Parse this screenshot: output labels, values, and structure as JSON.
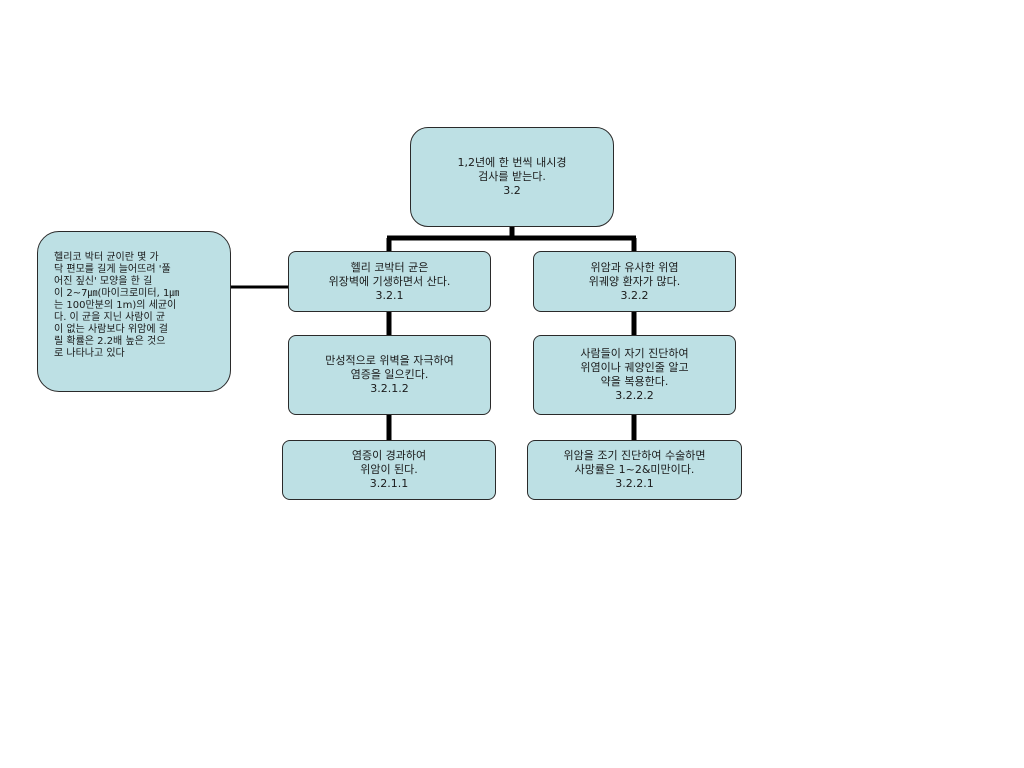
{
  "root": {
    "lines": [
      "1,2년에 한 번씩 내시경",
      "검사를 받는다.",
      "3.2"
    ]
  },
  "left_branch": {
    "n1": {
      "lines": [
        "헬리 코박터 균은",
        "위장벽에 기생하면서 산다.",
        "3.2.1"
      ]
    },
    "n2": {
      "lines": [
        "만성적으로 위벽을 자극하여",
        "염증을 일으킨다.",
        "3.2.1.2"
      ]
    },
    "n3": {
      "lines": [
        "염증이 경과하여",
        "위암이 된다.",
        "3.2.1.1"
      ]
    }
  },
  "right_branch": {
    "n1": {
      "lines": [
        "위암과 유사한 위염",
        "위궤양 환자가 많다.",
        "3.2.2"
      ]
    },
    "n2": {
      "lines": [
        "사람들이 자기 진단하여",
        "위염이나  궤양인줄 알고",
        "약을 복용한다.",
        "3.2.2.2"
      ]
    },
    "n3": {
      "lines": [
        "위암을 조기 진단하여 수술하면",
        "사망률은 1~2&미만이다.",
        "3.2.2.1"
      ]
    }
  },
  "note": {
    "lines": [
      "헬리코 박터 균이란 몇 가",
      "닥 편모를 길게 늘어뜨려 '풀",
      "어진 짚신' 모양을 한 길",
      "이 2~7㎛(마이크로미터, 1㎛",
      "는 100만분의 1m)의 세균이",
      "다.  이 균을 지닌 사람이 균",
      "이 없는 사람보다 위암에 걸",
      "릴 확률은 2.2배 높은 것으",
      "로 나타나고 있다"
    ]
  },
  "colors": {
    "box_fill": "#bde0e4",
    "box_border": "#2a2a2a",
    "connector": "#000000"
  }
}
